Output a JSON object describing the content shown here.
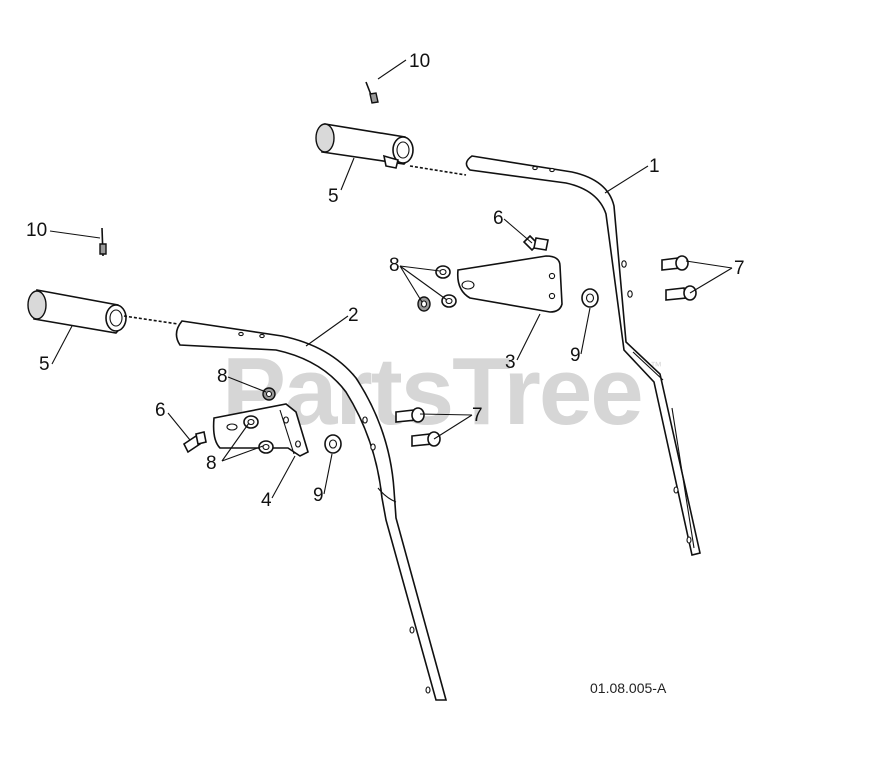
{
  "watermark": {
    "brand": "PartsTree",
    "trademark": "™"
  },
  "drawing_code": "01.08.005-A",
  "callouts": {
    "c1": "1",
    "c2": "2",
    "c3": "3",
    "c4": "4",
    "c5_upper": "5",
    "c5_lower": "5",
    "c6_upper": "6",
    "c6_lower": "6",
    "c7_upper": "7",
    "c7_lower": "7",
    "c8_upper": "8",
    "c8_lower_a": "8",
    "c8_lower_b": "8",
    "c9_upper": "9",
    "c9_lower": "9",
    "c10_upper": "10",
    "c10_lower": "10"
  },
  "colors": {
    "line": "#111111",
    "watermark": "#d6d6d6",
    "shade": "#d9d9d9"
  }
}
